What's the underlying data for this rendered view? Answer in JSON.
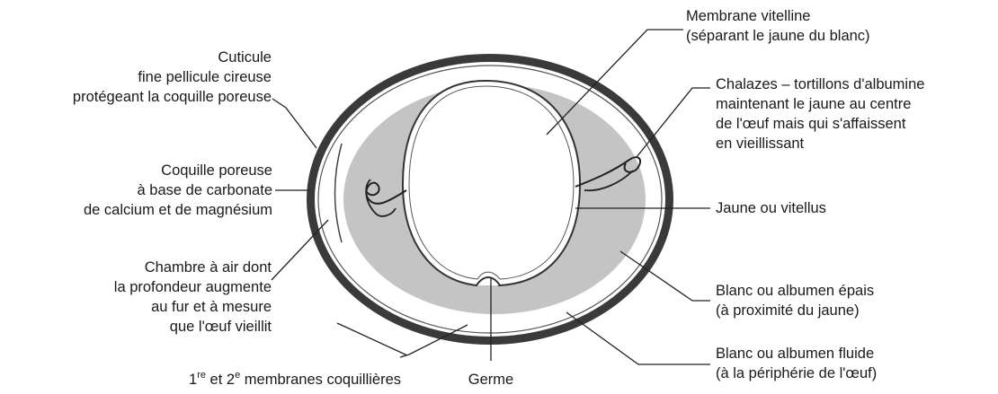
{
  "labels": {
    "cuticule": {
      "lines": [
        "Cuticule",
        "fine pellicule cireuse",
        "protégeant la coquille poreuse"
      ]
    },
    "coquille": {
      "lines": [
        "Coquille poreuse",
        "à base de carbonate",
        "de calcium et de magnésium"
      ]
    },
    "chambre_air": {
      "lines": [
        "Chambre à air dont",
        "la profondeur augmente",
        "au fur et à mesure",
        "que l'œuf vieillit"
      ]
    },
    "membranes": {
      "first": "1",
      "first_sup": "re",
      "mid": " et 2",
      "second_sup": "e",
      "rest": " membranes coquillières"
    },
    "germe": {
      "text": "Germe"
    },
    "membrane_vitelline": {
      "lines": [
        "Membrane vitelline",
        "(séparant le jaune du blanc)"
      ]
    },
    "chalazes": {
      "lines": [
        "Chalazes – tortillons d'albumine",
        "maintenant le jaune au centre",
        "de l'œuf mais qui s'affaissent",
        "en vieillissant"
      ]
    },
    "jaune": {
      "text": "Jaune ou vitellus"
    },
    "blanc_epais": {
      "lines": [
        "Blanc ou albumen épais",
        "(à proximité du jaune)"
      ]
    },
    "blanc_fluide": {
      "lines": [
        "Blanc ou albumen fluide",
        "(à la périphérie de l'œuf)"
      ]
    }
  },
  "colors": {
    "shell": "#3a3a3a",
    "thick_white": "#c4c4c4",
    "fluid_white": "#ffffff",
    "yolk": "#ffffff",
    "line": "#222222"
  }
}
